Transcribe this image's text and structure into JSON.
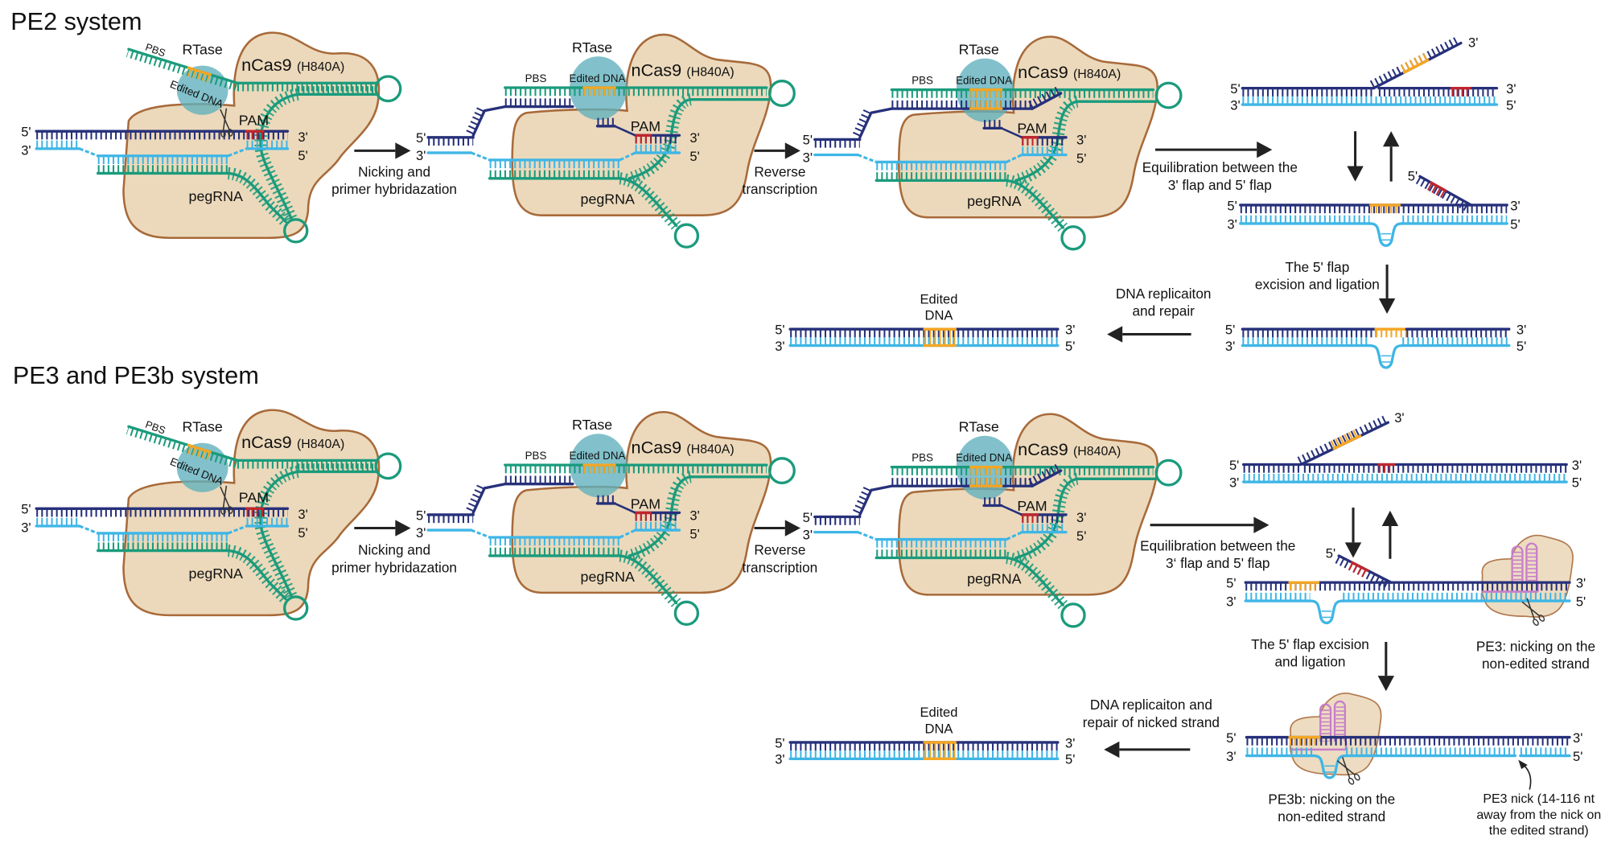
{
  "colors": {
    "target_strand": "#26307a",
    "complementary_strand": "#3fb6e6",
    "pegrna": "#1a9b7c",
    "edit": "#f5a623",
    "pam": "#c0262d",
    "protein_fill": "#ecd9bb",
    "protein_outline": "#a86a3a",
    "rtase": "#5fb0bd",
    "nicking_sgrna": "#c77dc9",
    "arrow": "#222222"
  },
  "primes": {
    "five": "5'",
    "three": "3'"
  },
  "pe2": {
    "title": "PE2 system",
    "complex": {
      "rtase": "RTase",
      "pbs": "PBS",
      "edited_dna": "Edited DNA",
      "ncas9": "nCas9",
      "ncas9_mutation": "(H840A)",
      "pam": "PAM",
      "pegrna": "pegRNA"
    },
    "steps": {
      "nicking": [
        "Nicking and",
        "primer hybridazation"
      ],
      "rt": [
        "Reverse",
        "transcription"
      ],
      "equilibration": [
        "Equilibration between the",
        "3' flap and 5' flap"
      ],
      "excision": [
        "The 5' flap",
        "excision and ligation"
      ],
      "replication": [
        "DNA replicaiton",
        "and repair"
      ],
      "edited_dna": [
        "Edited",
        "DNA"
      ]
    }
  },
  "pe3": {
    "title": "PE3 and PE3b system",
    "complex": {
      "rtase": "RTase",
      "pbs": "PBS",
      "edited_dna": "Edited DNA",
      "ncas9": "nCas9",
      "ncas9_mutation": "(H840A)",
      "pam": "PAM",
      "pegrna": "pegRNA"
    },
    "steps": {
      "nicking": [
        "Nicking and",
        "primer hybridazation"
      ],
      "rt": [
        "Reverse",
        "transcription"
      ],
      "equilibration": [
        "Equilibration between the",
        "3‘ flap and 5' flap"
      ],
      "excision": [
        "The 5' flap  excision",
        "and ligation"
      ],
      "pe3_nicking": [
        "PE3: nicking on the",
        "non-edited strand"
      ],
      "replication": [
        "DNA replicaiton and",
        "repair of nicked strand"
      ],
      "pe3b_nicking": [
        "PE3b: nicking on the",
        "non-edited strand"
      ],
      "pe3_nick_note": [
        "PE3 nick (14-116 nt",
        "away from the nick on",
        "the edited strand)"
      ],
      "edited_dna": [
        "Edited",
        "DNA"
      ]
    }
  }
}
